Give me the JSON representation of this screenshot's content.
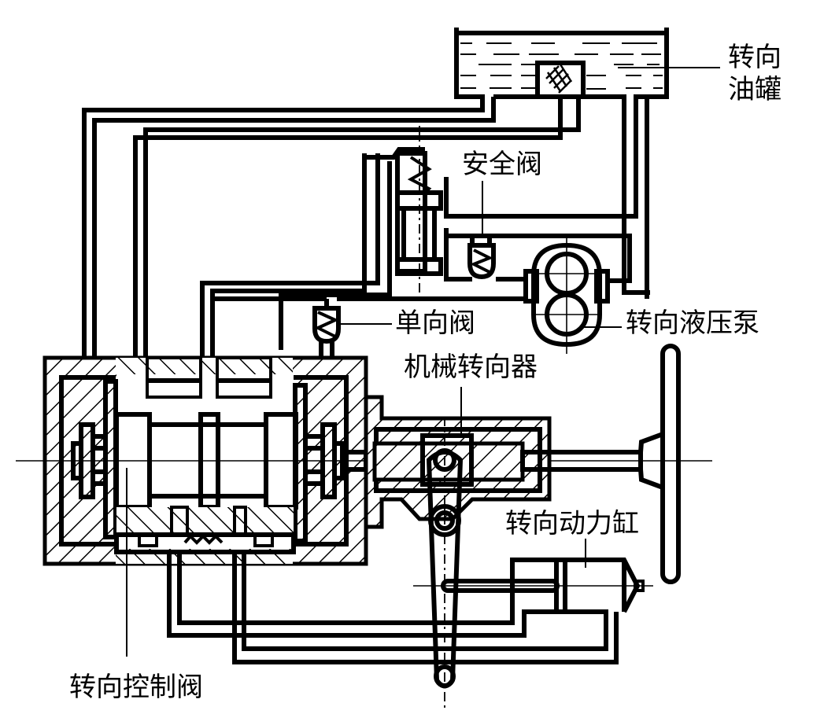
{
  "title": "动力转向系统示意图",
  "labels": {
    "reservoir_line1": "转向",
    "reservoir_line2": "油罐",
    "safety_valve": "安全阀",
    "check_valve": "单向阀",
    "pump": "转向液压泵",
    "mechanical_gear": "机械转向器",
    "power_cylinder": "转向动力缸",
    "control_valve": "转向控制阀"
  },
  "components": [
    {
      "id": "reservoir",
      "icon": "oil-tank-with-filter"
    },
    {
      "id": "safety_valve",
      "icon": "spring-relief-valve"
    },
    {
      "id": "pump",
      "icon": "gear-pump"
    },
    {
      "id": "check_valve",
      "icon": "spring-check-valve"
    },
    {
      "id": "control_valve",
      "icon": "spool-valve"
    },
    {
      "id": "mechanical_gear",
      "icon": "rack-and-sector"
    },
    {
      "id": "steering_wheel",
      "icon": "steering-wheel"
    },
    {
      "id": "power_cylinder",
      "icon": "hydraulic-cylinder"
    },
    {
      "id": "pitman_arm",
      "icon": "lever-arm"
    }
  ],
  "colors": {
    "line": "#000000",
    "background": "#ffffff"
  }
}
